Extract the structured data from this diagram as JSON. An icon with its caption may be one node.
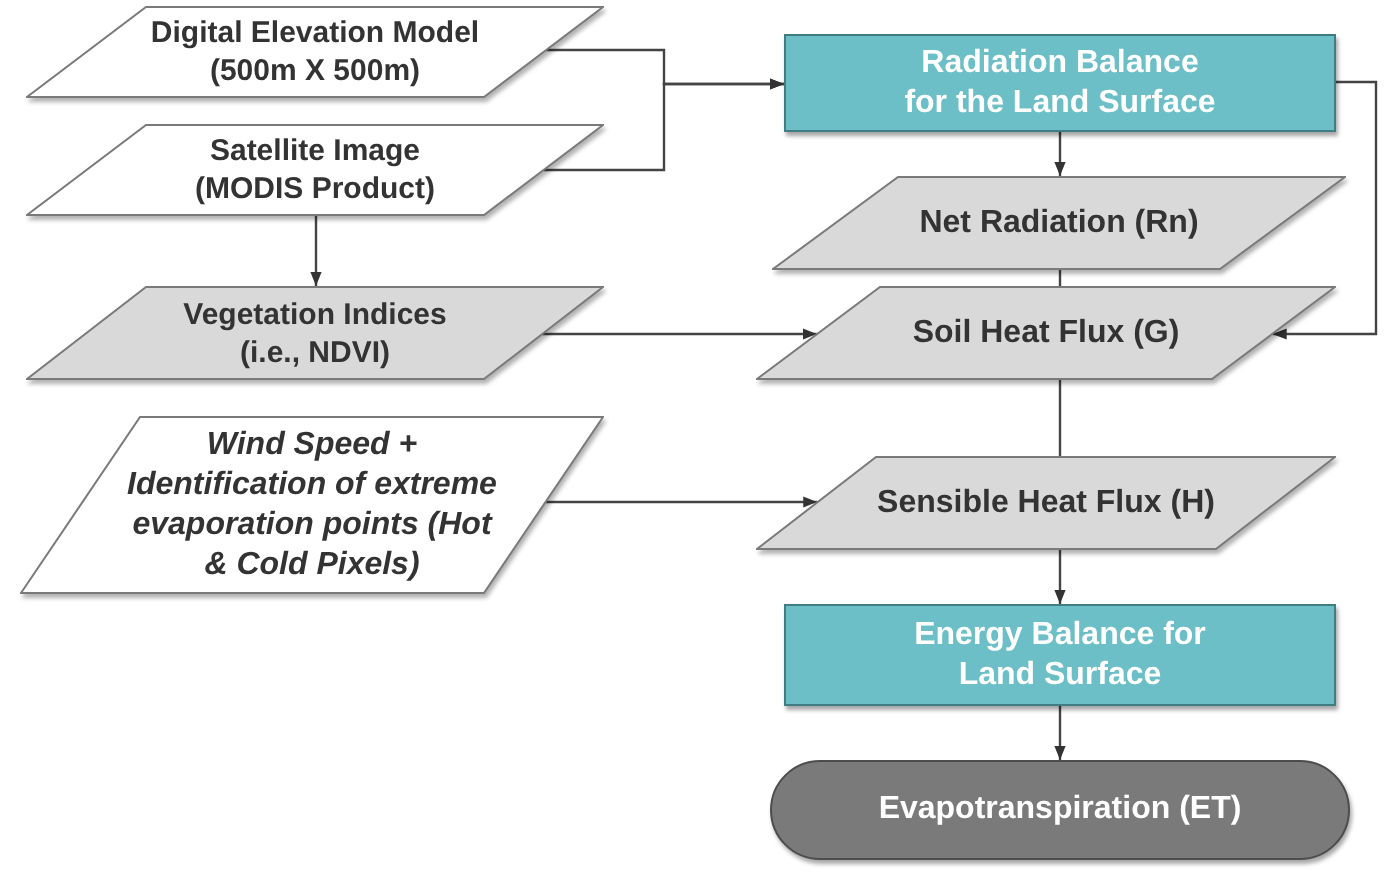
{
  "diagram": {
    "nodes": [
      {
        "text": [
          "Digital Elevation Model (500m X 500m)"
        ]
      },
      {
        "text": [
          "Satellite Image (MODIS Product)"
        ]
      },
      {
        "text": [
          "Vegetation Indices (i.e., NDVI)"
        ]
      },
      {
        "text": [
          "Wind Speed + Identification of extreme evaporation points (Hot & Cold Pixels)"
        ]
      },
      {
        "text": [
          "Radiation Balance for the Land Surface"
        ]
      },
      {
        "text": [
          "Net Radiation (Rn)"
        ]
      },
      {
        "text": [
          "Soil Heat Flux (G)"
        ]
      },
      {
        "text": [
          "Sensible Heat Flux (H)"
        ]
      },
      {
        "text": [
          "Energy Balance for Land Surface"
        ]
      },
      {
        "text": [
          "Evapotranspiration (ET)"
        ]
      }
    ],
    "edges": [
      {
        "from": 0,
        "to": 4,
        "arrow": "to"
      },
      {
        "from": 1,
        "to": 4,
        "arrow": "to"
      },
      {
        "from": 1,
        "to": 2,
        "arrow": "to"
      },
      {
        "from": 2,
        "to": 6,
        "arrow": "to"
      },
      {
        "from": 4,
        "to": 5,
        "arrow": "to"
      },
      {
        "from": 4,
        "to": 6,
        "arrow": "to"
      },
      {
        "from": 5,
        "to": 6,
        "arrow": "none"
      },
      {
        "from": 6,
        "to": 7,
        "arrow": "none"
      },
      {
        "from": 3,
        "to": 7,
        "arrow": "to"
      },
      {
        "from": 7,
        "to": 8,
        "arrow": "to"
      },
      {
        "from": 8,
        "to": 9,
        "arrow": "to"
      }
    ]
  }
}
